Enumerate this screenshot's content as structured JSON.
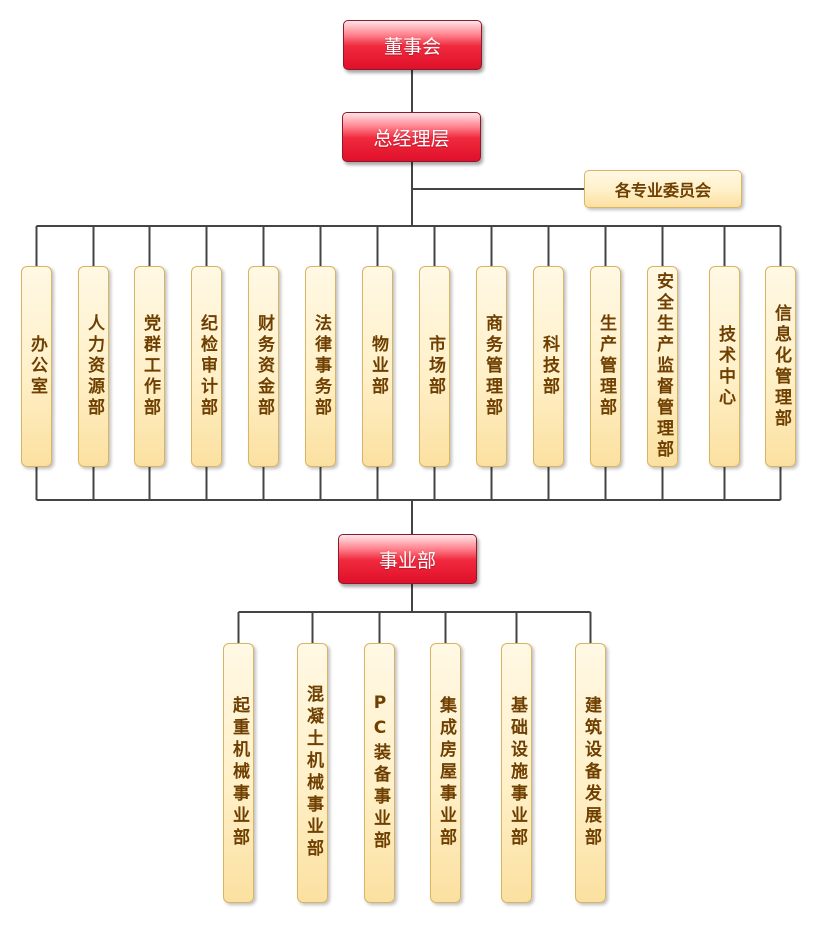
{
  "board": "董事会",
  "general_manager": "总经理层",
  "committee": "各专业委员会",
  "departments": [
    "办公室",
    "人力资源部",
    "党群工作部",
    "纪检审计部",
    "财务资金部",
    "法律事务部",
    "物业部",
    "市场部",
    "商务管理部",
    "科技部",
    "生产管理部",
    "安全生产监督管理部",
    "技术中心",
    "信息化管理部"
  ],
  "business_unit": "事业部",
  "business_divisions": [
    "起重机械事业部",
    "混凝土机械事业部",
    "PC装备事业部",
    "集成房屋事业部",
    "基础设施事业部",
    "建筑设备发展部"
  ],
  "colors": {
    "red_box": "#e0102a",
    "yellow_box": "#fff0c8",
    "text_brown": "#6e3f00",
    "line": "#444444"
  }
}
